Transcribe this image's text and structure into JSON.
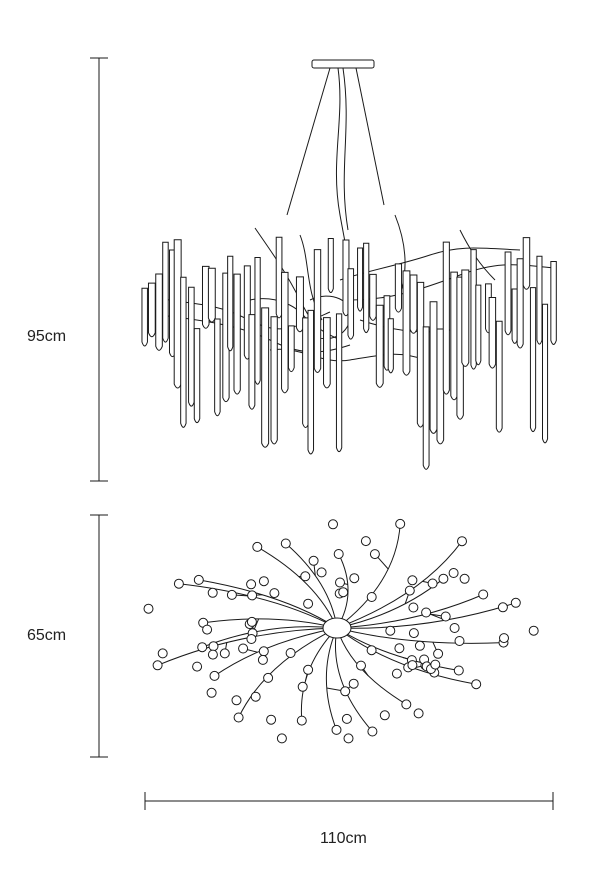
{
  "dimensions": {
    "height_side": "95cm",
    "depth_top": "65cm",
    "width": "110cm"
  },
  "colors": {
    "line": "#1a1a1a",
    "background": "#ffffff"
  }
}
